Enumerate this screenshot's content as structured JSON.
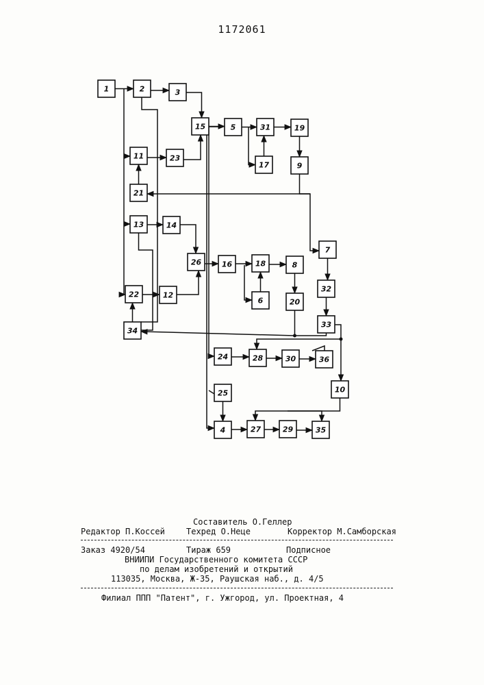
{
  "document": {
    "page_number": "1172061"
  },
  "diagram": {
    "blocks": [
      {
        "id": "1",
        "label": "1"
      },
      {
        "id": "2",
        "label": "2"
      },
      {
        "id": "3",
        "label": "3"
      },
      {
        "id": "15",
        "label": "15"
      },
      {
        "id": "5",
        "label": "5"
      },
      {
        "id": "31",
        "label": "31"
      },
      {
        "id": "19",
        "label": "19"
      },
      {
        "id": "11",
        "label": "11"
      },
      {
        "id": "23",
        "label": "23"
      },
      {
        "id": "17",
        "label": "17"
      },
      {
        "id": "9",
        "label": "9"
      },
      {
        "id": "21",
        "label": "21"
      },
      {
        "id": "13",
        "label": "13"
      },
      {
        "id": "14",
        "label": "14"
      },
      {
        "id": "26",
        "label": "26"
      },
      {
        "id": "16",
        "label": "16"
      },
      {
        "id": "18",
        "label": "18"
      },
      {
        "id": "8",
        "label": "8"
      },
      {
        "id": "7",
        "label": "7"
      },
      {
        "id": "6",
        "label": "6"
      },
      {
        "id": "20",
        "label": "20"
      },
      {
        "id": "22",
        "label": "22"
      },
      {
        "id": "12",
        "label": "12"
      },
      {
        "id": "32",
        "label": "32"
      },
      {
        "id": "34",
        "label": "34"
      },
      {
        "id": "33",
        "label": "33"
      },
      {
        "id": "24",
        "label": "24"
      },
      {
        "id": "28",
        "label": "28"
      },
      {
        "id": "30",
        "label": "30"
      },
      {
        "id": "36",
        "label": "36"
      },
      {
        "id": "10",
        "label": "10"
      },
      {
        "id": "25",
        "label": "25"
      },
      {
        "id": "4",
        "label": "4"
      },
      {
        "id": "27",
        "label": "27"
      },
      {
        "id": "29",
        "label": "29"
      },
      {
        "id": "35",
        "label": "35"
      }
    ]
  },
  "imprint": {
    "compiler": "Составитель О.Геллер",
    "editor": "Редактор П.Коссей",
    "techred": "Техред О.Неце",
    "corrector": "Корректор М.Самборская",
    "order": "Заказ 4920/54",
    "circulation": "Тираж 659",
    "subscription": "Подписное",
    "org_line1": "ВНИИПИ Государственного комитета СССР",
    "org_line2": "по делам изобретений и открытий",
    "address": "113035, Москва, Ж-35, Раушская наб., д. 4/5",
    "branch": "Филиал ППП \"Патент\", г. Ужгород, ул. Проектная, 4"
  }
}
